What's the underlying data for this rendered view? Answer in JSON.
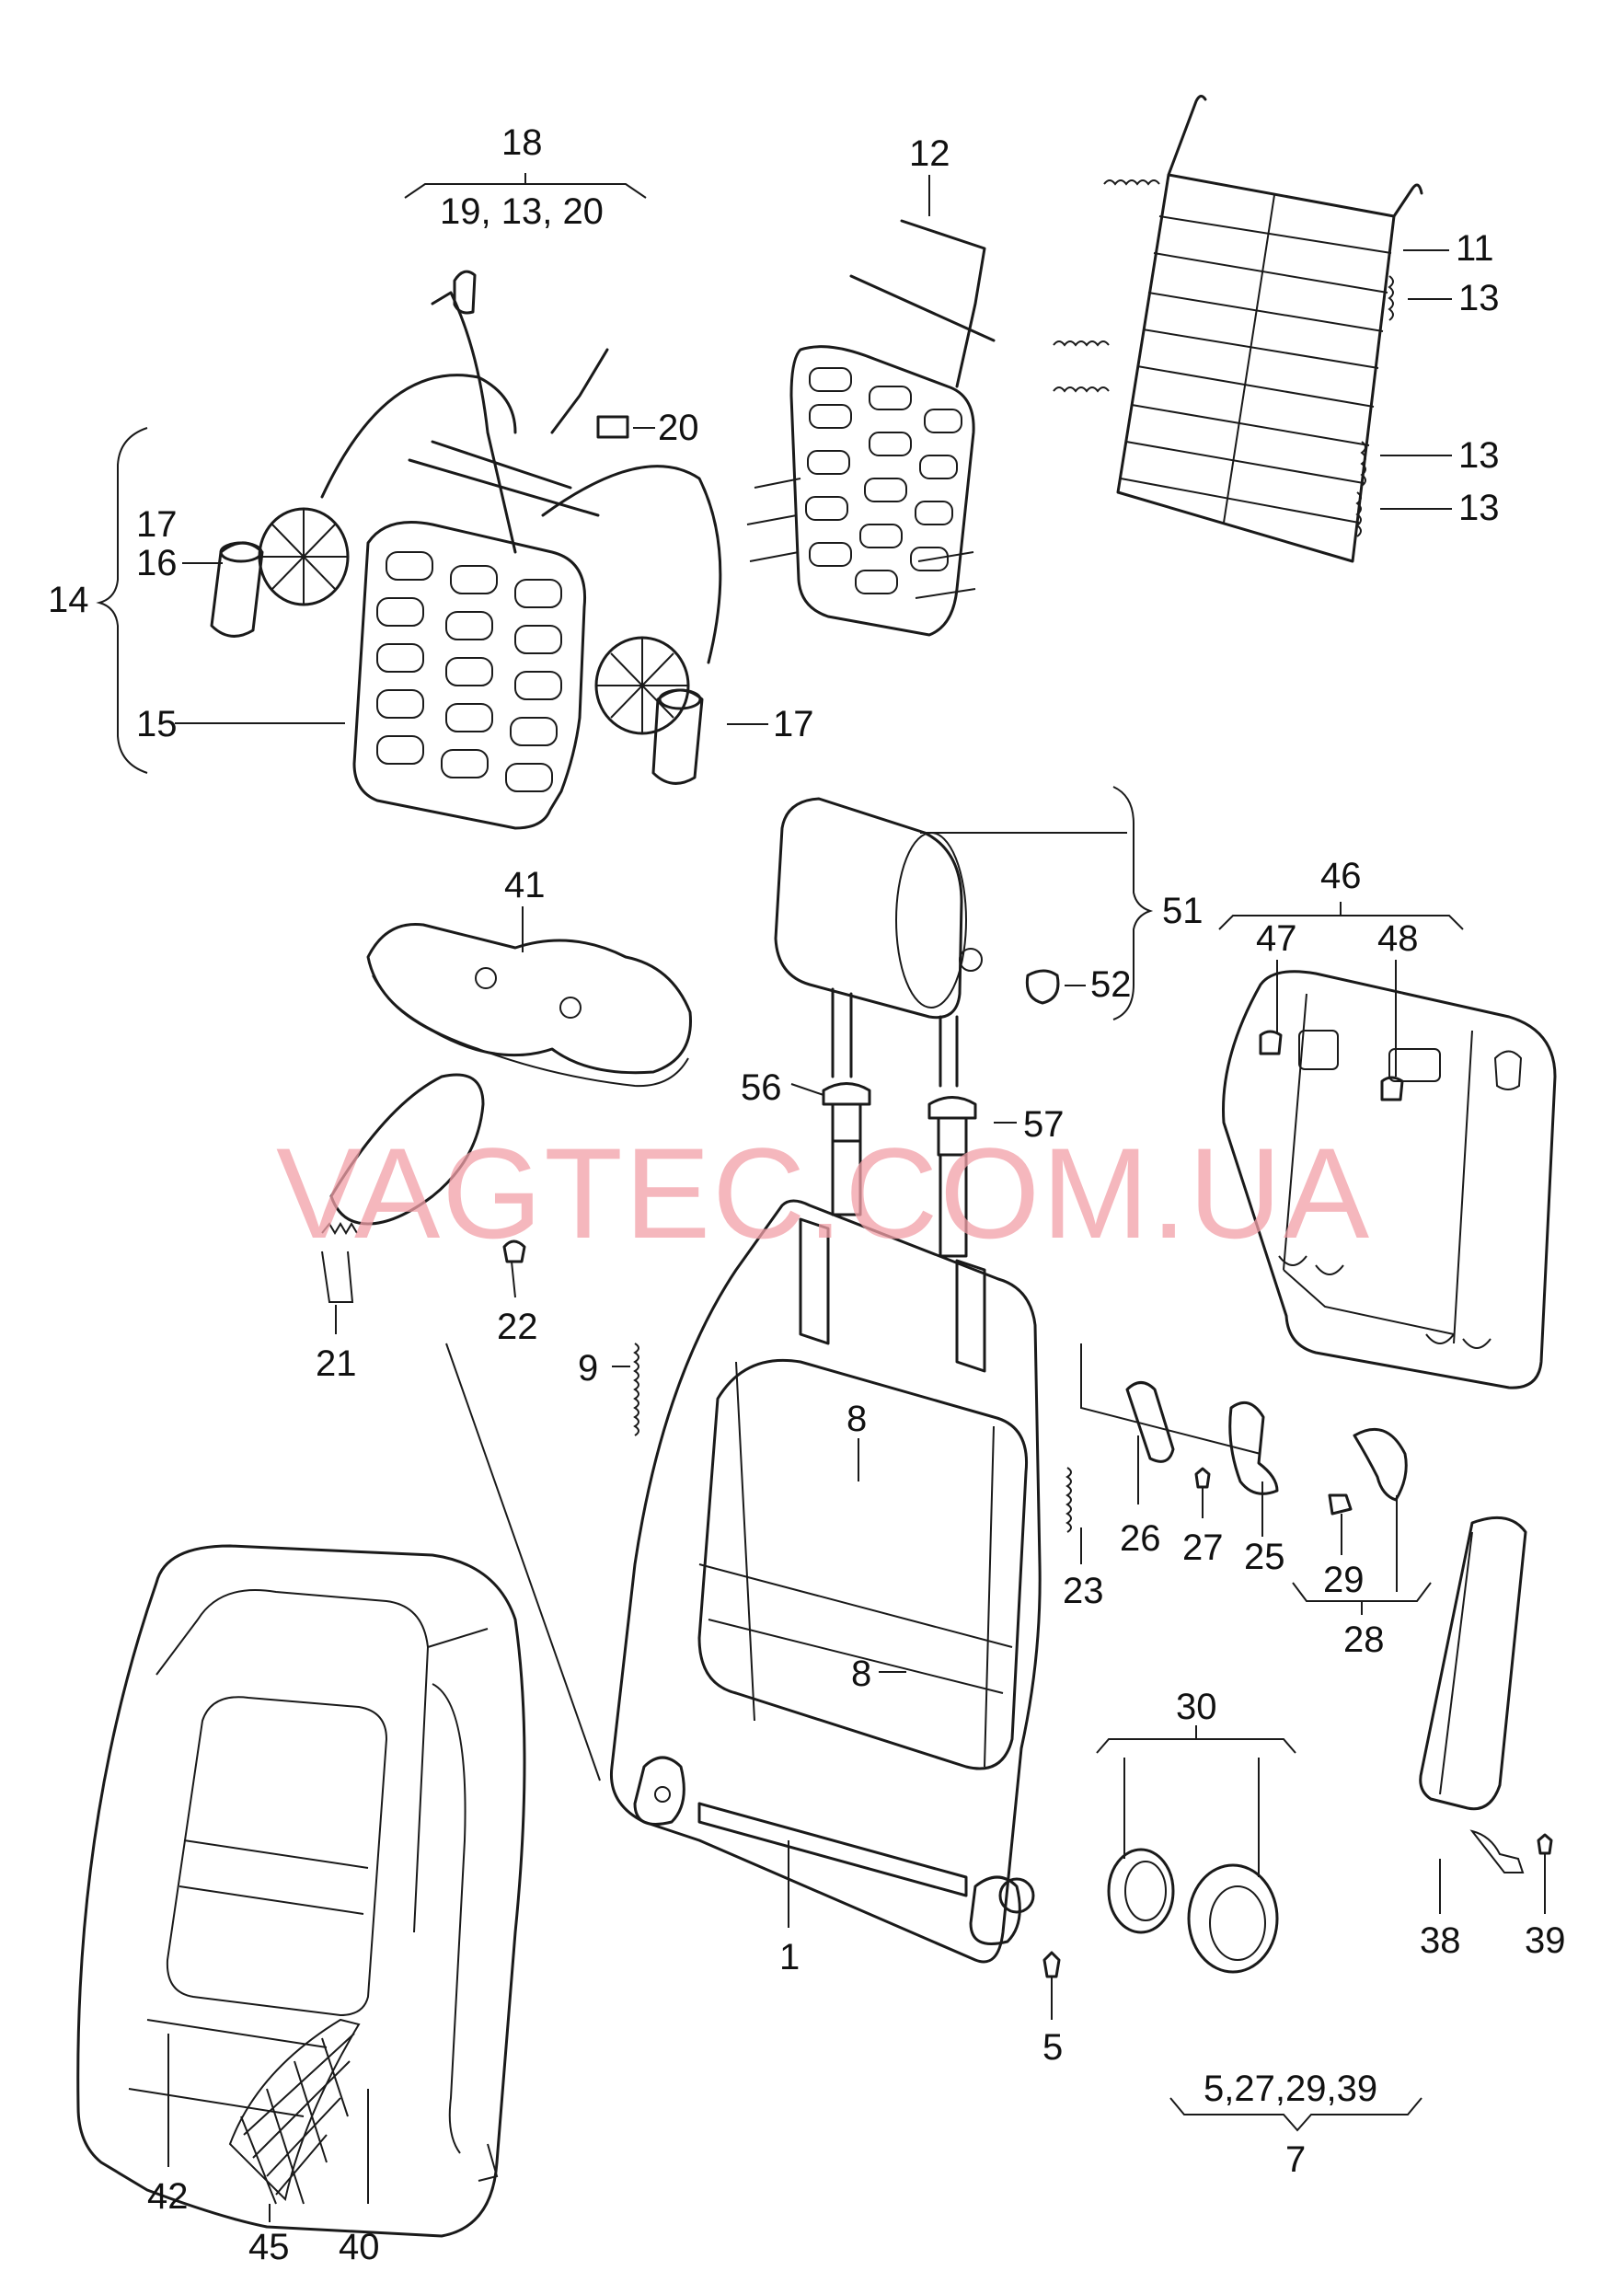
{
  "watermark": "VAGTEC.COM.UA",
  "colors": {
    "line": "#1a1a1a",
    "watermark": "#f2a0a8"
  },
  "labels": {
    "l18": "18",
    "l19_13_20": "19, 13, 20",
    "l12": "12",
    "l11": "11",
    "l13a": "13",
    "l13b": "13",
    "l13c": "13",
    "l20": "20",
    "l17a": "17",
    "l16": "16",
    "l14": "14",
    "l15": "15",
    "l17b": "17",
    "l41": "41",
    "l51": "51",
    "l52": "52",
    "l46": "46",
    "l47": "47",
    "l48": "48",
    "l56": "56",
    "l57": "57",
    "l21": "21",
    "l22": "22",
    "l9": "9",
    "l8a": "8",
    "l8b": "8",
    "l26": "26",
    "l27": "27",
    "l25": "25",
    "l29": "29",
    "l28": "28",
    "l23": "23",
    "l30": "30",
    "l1": "1",
    "l5": "5",
    "l38": "38",
    "l39": "39",
    "l5_27_29_39": "5,27,29,39",
    "l7": "7",
    "l42": "42",
    "l45": "45",
    "l40": "40"
  }
}
